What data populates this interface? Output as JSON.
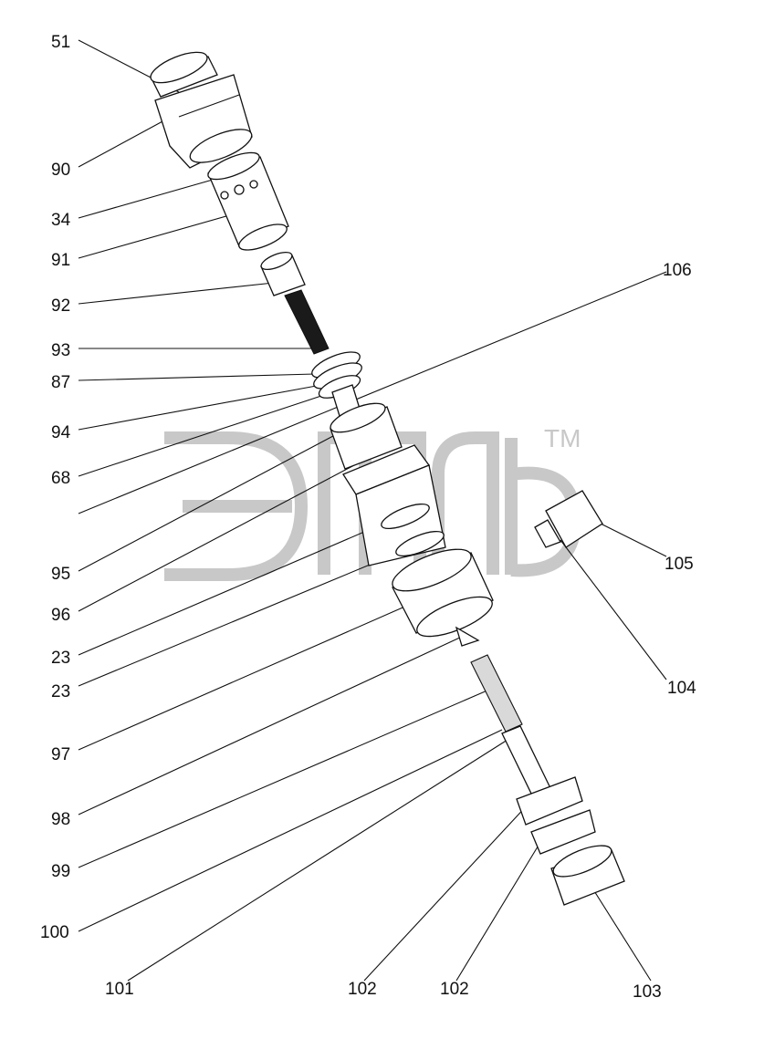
{
  "watermark": {
    "trademark": "TM"
  },
  "labels": {
    "l51": "51",
    "l90": "90",
    "l34": "34",
    "l91": "91",
    "l92": "92",
    "l93": "93",
    "l87": "87",
    "l94": "94",
    "l68": "68",
    "l95": "95",
    "l96": "96",
    "l23a": "23",
    "l23b": "23",
    "l97": "97",
    "l98": "98",
    "l99": "99",
    "l100": "100",
    "l101": "101",
    "l102a": "102",
    "l102b": "102",
    "l103": "103",
    "l104": "104",
    "l105": "105",
    "l106": "106"
  }
}
